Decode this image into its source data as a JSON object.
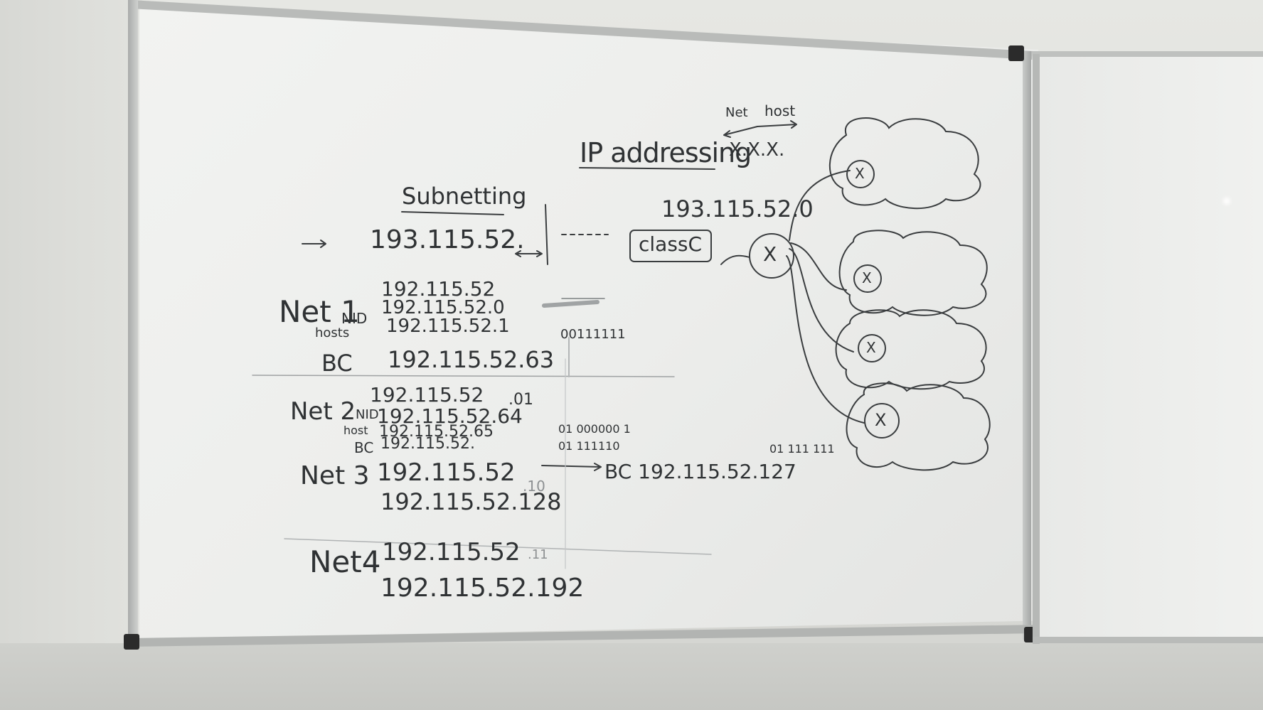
{
  "whiteboard": {
    "title": "IP addressing",
    "class_notation": {
      "net_label": "Net",
      "host_label": "host",
      "pattern": "X.X.X."
    },
    "network_address": "193.115.52.0",
    "class_label": "classC",
    "subnetting": {
      "heading": "Subnetting",
      "base": "193.115.52.",
      "nets": [
        {
          "name": "Net 1",
          "lines": [
            {
              "label": "",
              "value": "192.115.52"
            },
            {
              "label": "NID",
              "value": "192.115.52.0"
            },
            {
              "label": "hosts",
              "value": "192.115.52.1"
            },
            {
              "label": "BC",
              "value": "192.115.52.63"
            }
          ],
          "binary": "00111111"
        },
        {
          "name": "Net 2",
          "lines": [
            {
              "label": "",
              "value": "192.115.52",
              "suffix": ".01"
            },
            {
              "label": "NID",
              "value": "192.115.52.64"
            },
            {
              "label": "host",
              "value": "192.115.52.65"
            },
            {
              "label": "BC",
              "value": "192.115.52."
            }
          ],
          "binary": [
            "01 000000 1",
            "01 111110"
          ]
        },
        {
          "name": "Net 3",
          "lines": [
            {
              "label": "",
              "value": "192.115.52",
              "suffix": ".10"
            },
            {
              "label": "",
              "value": "192.115.52.128"
            }
          ],
          "broadcast": "BC 192.115.52.127",
          "binary": "01 111 111"
        },
        {
          "name": "Net4",
          "lines": [
            {
              "label": "",
              "value": "192.115.52",
              "suffix": ".11"
            },
            {
              "label": "",
              "value": "192.115.52.192"
            }
          ]
        }
      ]
    },
    "router_symbol": "X",
    "network_cloud_count": 4
  }
}
